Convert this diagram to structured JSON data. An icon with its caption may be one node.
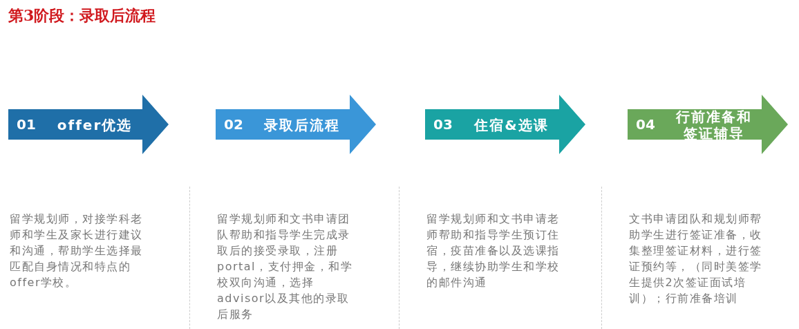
{
  "diagram": {
    "title": "第3阶段：录取后流程",
    "nodes": [
      {
        "text": [
          "01",
          "offer优选"
        ]
      },
      {
        "text": [
          "02",
          "录取后流程"
        ]
      },
      {
        "text": [
          "03",
          "住宿&选课"
        ]
      },
      {
        "text": [
          "04",
          "行前准备和签证辅导"
        ]
      }
    ],
    "edges": [],
    "labels": [
      "留学规划师，对接学科老师和学生及家长进行建议和沟通，帮助学生选择最匹配自身情况和特点的offer学校。",
      "留学规划师和文书申请团队帮助和指导学生完成录取后的接受录取，注册portal，支付押金，和学校双向沟通，选择advisor以及其他的录取后服务",
      "留学规划师和文书申请老师帮助和指导学生预订住宿，疫苗准备以及选课指导，继续协助学生和学校的邮件沟通",
      "文书申请团队和规划师帮助学生进行签证准备，收集整理签证材料，进行签证预约等，（同时美签学生提供2次签证面试培训）；行前准备培训"
    ]
  }
}
